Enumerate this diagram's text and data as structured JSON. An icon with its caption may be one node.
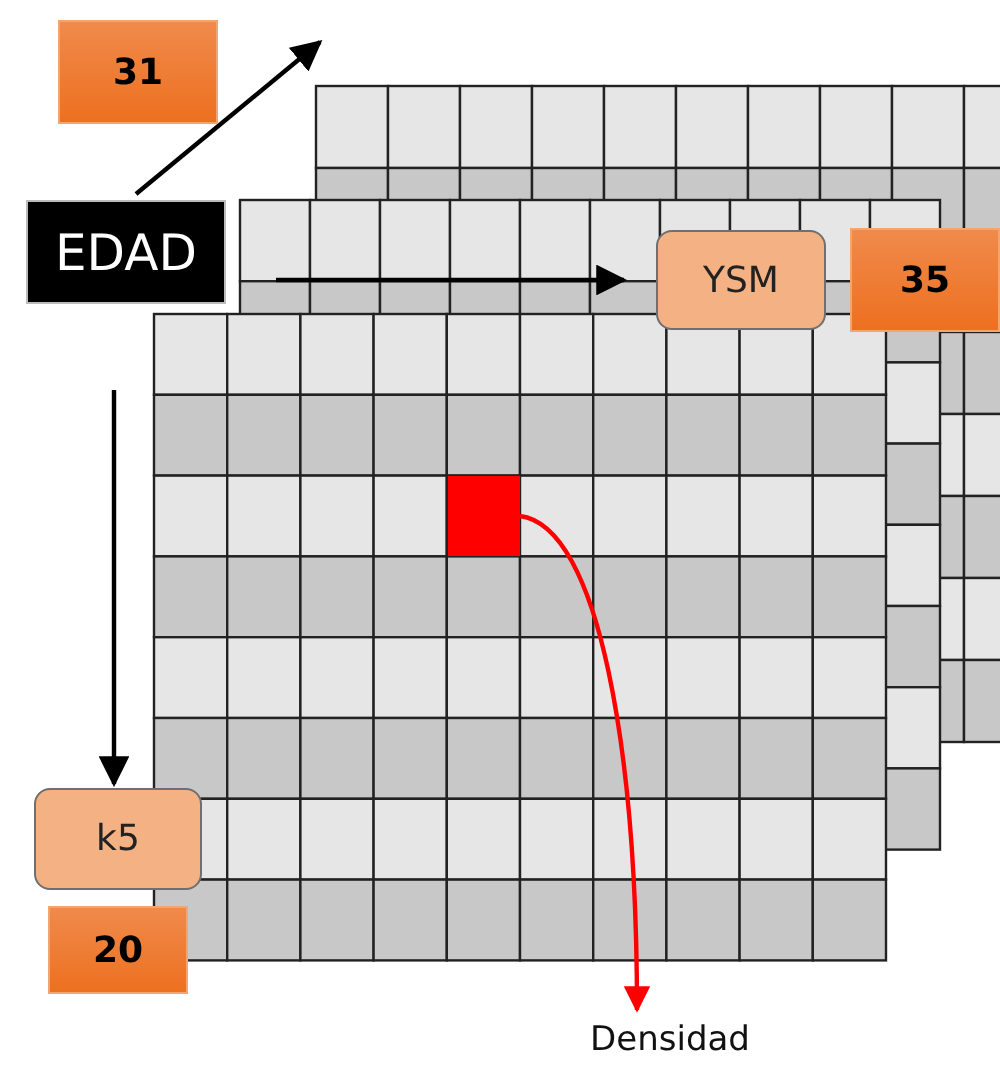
{
  "diagram": {
    "nodes": [
      {
        "text": [
          "31"
        ]
      },
      {
        "text": [
          "EDAD"
        ]
      },
      {
        "text": [
          "YSM"
        ]
      },
      {
        "text": [
          "35"
        ]
      },
      {
        "text": [
          "k5"
        ]
      },
      {
        "text": [
          "20"
        ]
      },
      {
        "text": [],
        "shape": "box"
      },
      {
        "text": [
          "Densidad"
        ]
      }
    ],
    "edges": [
      {
        "from": 6,
        "to": 7,
        "arrow": "to",
        "color": "#ff0000"
      }
    ]
  }
}
